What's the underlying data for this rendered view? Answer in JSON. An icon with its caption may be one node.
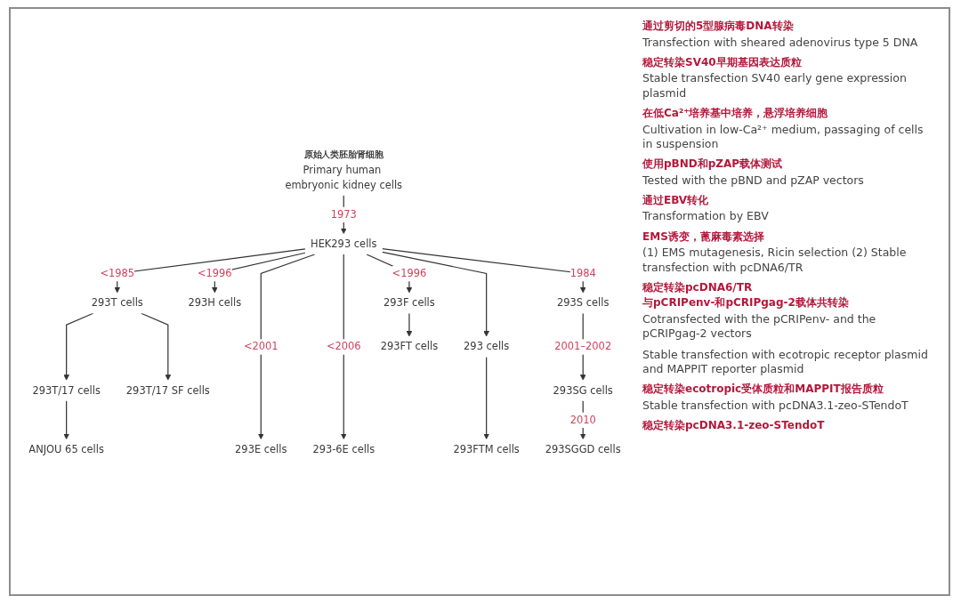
{
  "diagram": {
    "nodes": [
      {
        "text": [
          "原始人类胚胎肾细胞",
          "Primary human embryonic kidney cells"
        ]
      },
      {
        "text": [
          "HEK293 cells"
        ]
      },
      {
        "text": [
          "293T cells"
        ]
      },
      {
        "text": [
          "293H cells"
        ]
      },
      {
        "text": [
          "293F cells"
        ]
      },
      {
        "text": [
          "293S cells"
        ]
      },
      {
        "text": [
          "293 cells"
        ]
      },
      {
        "text": [
          "293FT cells"
        ]
      },
      {
        "text": [
          "293T/17 cells"
        ]
      },
      {
        "text": [
          "293T/17 SF cells"
        ]
      },
      {
        "text": [
          "293SG cells"
        ]
      },
      {
        "text": [
          "ANJOU 65 cells"
        ]
      },
      {
        "text": [
          "293E cells"
        ]
      },
      {
        "text": [
          "293-6E cells"
        ]
      },
      {
        "text": [
          "293FTM cells"
        ]
      },
      {
        "text": [
          "293SGGD cells"
        ]
      }
    ],
    "edges": [
      {
        "from": 0,
        "to": 1,
        "arrow": "to",
        "label": "1973"
      },
      {
        "from": 1,
        "to": 2,
        "arrow": "to",
        "label": "<1985"
      },
      {
        "from": 1,
        "to": 3,
        "arrow": "to",
        "label": "<1996"
      },
      {
        "from": 1,
        "to": 12,
        "arrow": "to",
        "label": "<2001"
      },
      {
        "from": 1,
        "to": 13,
        "arrow": "to",
        "label": "<2006"
      },
      {
        "from": 1,
        "to": 4,
        "arrow": "to",
        "label": "<1996"
      },
      {
        "from": 1,
        "to": 6,
        "arrow": "to"
      },
      {
        "from": 1,
        "to": 5,
        "arrow": "to",
        "label": "1984"
      },
      {
        "from": 2,
        "to": 8,
        "arrow": "to"
      },
      {
        "from": 2,
        "to": 9,
        "arrow": "to"
      },
      {
        "from": 4,
        "to": 7,
        "arrow": "to"
      },
      {
        "from": 5,
        "to": 10,
        "arrow": "to",
        "label": "2001–2002"
      },
      {
        "from": 8,
        "to": 11,
        "arrow": "to"
      },
      {
        "from": 6,
        "to": 14,
        "arrow": "to"
      },
      {
        "from": 10,
        "to": 15,
        "arrow": "to",
        "label": "2010"
      }
    ],
    "labels": [
      "通过剪切的5型腺病毒DNA转染",
      "Transfection with sheared adenovirus type 5 DNA",
      "稳定转染SV40早期基因表达质粒",
      "Stable transfection SV40 early gene expression plasmid",
      "在低Ca²⁺培养基中培养，悬浮培养细胞",
      "Cultivation in low-Ca²⁺ medium, passaging of cells in suspension",
      "使用pBND和pZAP载体测试",
      "Tested with the pBND and pZAP vectors",
      "通过EBV转化",
      "Transformation by EBV",
      "EMS诱变，蓖麻毒素选择",
      "(1) EMS mutagenesis, Ricin selection (2) Stable transfection with pcDNA6/TR",
      "稳定转染pcDNA6/TR",
      "与pCRIPenv-和pCRIPgag-2载体共转染",
      "Cotransfected with the pCRIPenv- and the pCRIPgag-2 vectors",
      "Stable transfection with ecotropic receptor plasmid and MAPPIT reporter plasmid",
      "稳定转染ecotropic受体质粒和MAPPIT报告质粒",
      "Stable transfection with pcDNA3.1-zeo-STendoT",
      "稳定转染pcDNA3.1-zeo-STendoT"
    ]
  }
}
